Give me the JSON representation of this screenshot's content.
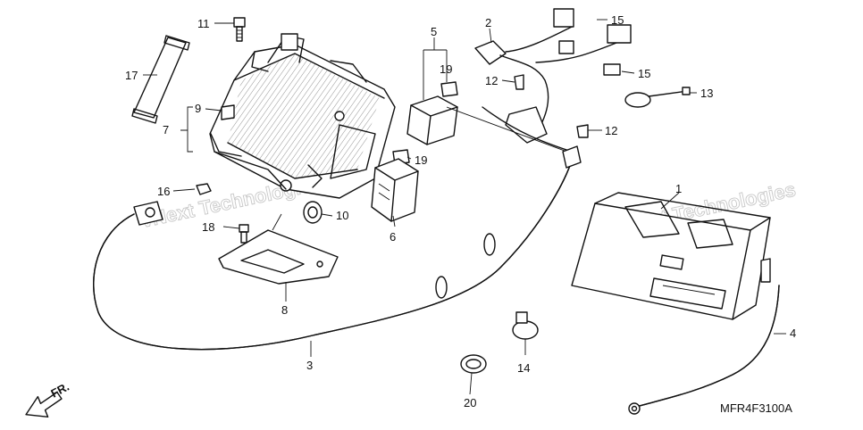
{
  "diagram_code": "MFR4F3100A",
  "direction_arrow": "FR.",
  "watermark": [
    "vNext Technologies",
    "vNext Technologies"
  ],
  "callouts": {
    "c1": "1",
    "c2": "2",
    "c3": "3",
    "c4": "4",
    "c5": "5",
    "c6": "6",
    "c7": "7",
    "c8": "8",
    "c9": "9",
    "c10": "10",
    "c11": "11",
    "c12a": "12",
    "c12b": "12",
    "c13": "13",
    "c14": "14",
    "c15a": "15",
    "c15b": "15",
    "c16": "16",
    "c17": "17",
    "c18": "18",
    "c19a": "19",
    "c19b": "19",
    "c20": "20"
  }
}
